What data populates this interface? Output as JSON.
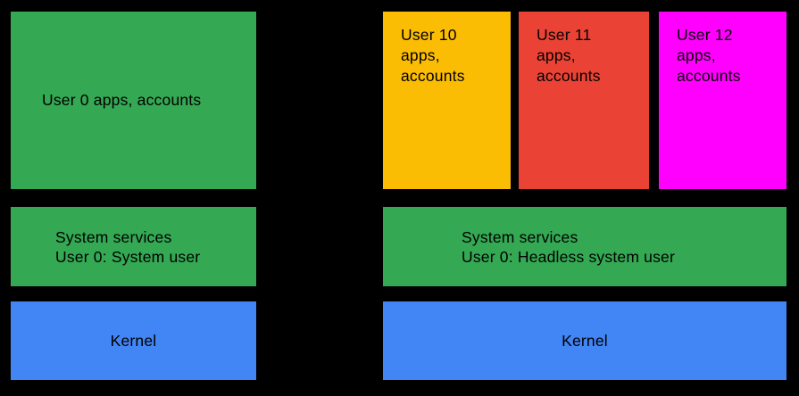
{
  "diagram": {
    "background_color": "#000000",
    "text_color": "#000000",
    "left_stack": {
      "apps_box": {
        "label": "User 0 apps, accounts",
        "color": "#34A853"
      },
      "services_box": {
        "lines": [
          "System services",
          "User 0: System user"
        ],
        "color": "#34A853"
      },
      "kernel_box": {
        "label": "Kernel",
        "color": "#4285F4"
      }
    },
    "right_stack": {
      "user_boxes": [
        {
          "label": "User 10 apps, accounts",
          "color": "#FBBC04"
        },
        {
          "label": "User 11 apps, accounts",
          "color": "#EA4335"
        },
        {
          "label": "User 12 apps, accounts",
          "color": "#FF00FF"
        }
      ],
      "services_box": {
        "lines": [
          "System services",
          "User 0: Headless system user"
        ],
        "color": "#34A853"
      },
      "kernel_box": {
        "label": "Kernel",
        "color": "#4285F4"
      }
    }
  }
}
